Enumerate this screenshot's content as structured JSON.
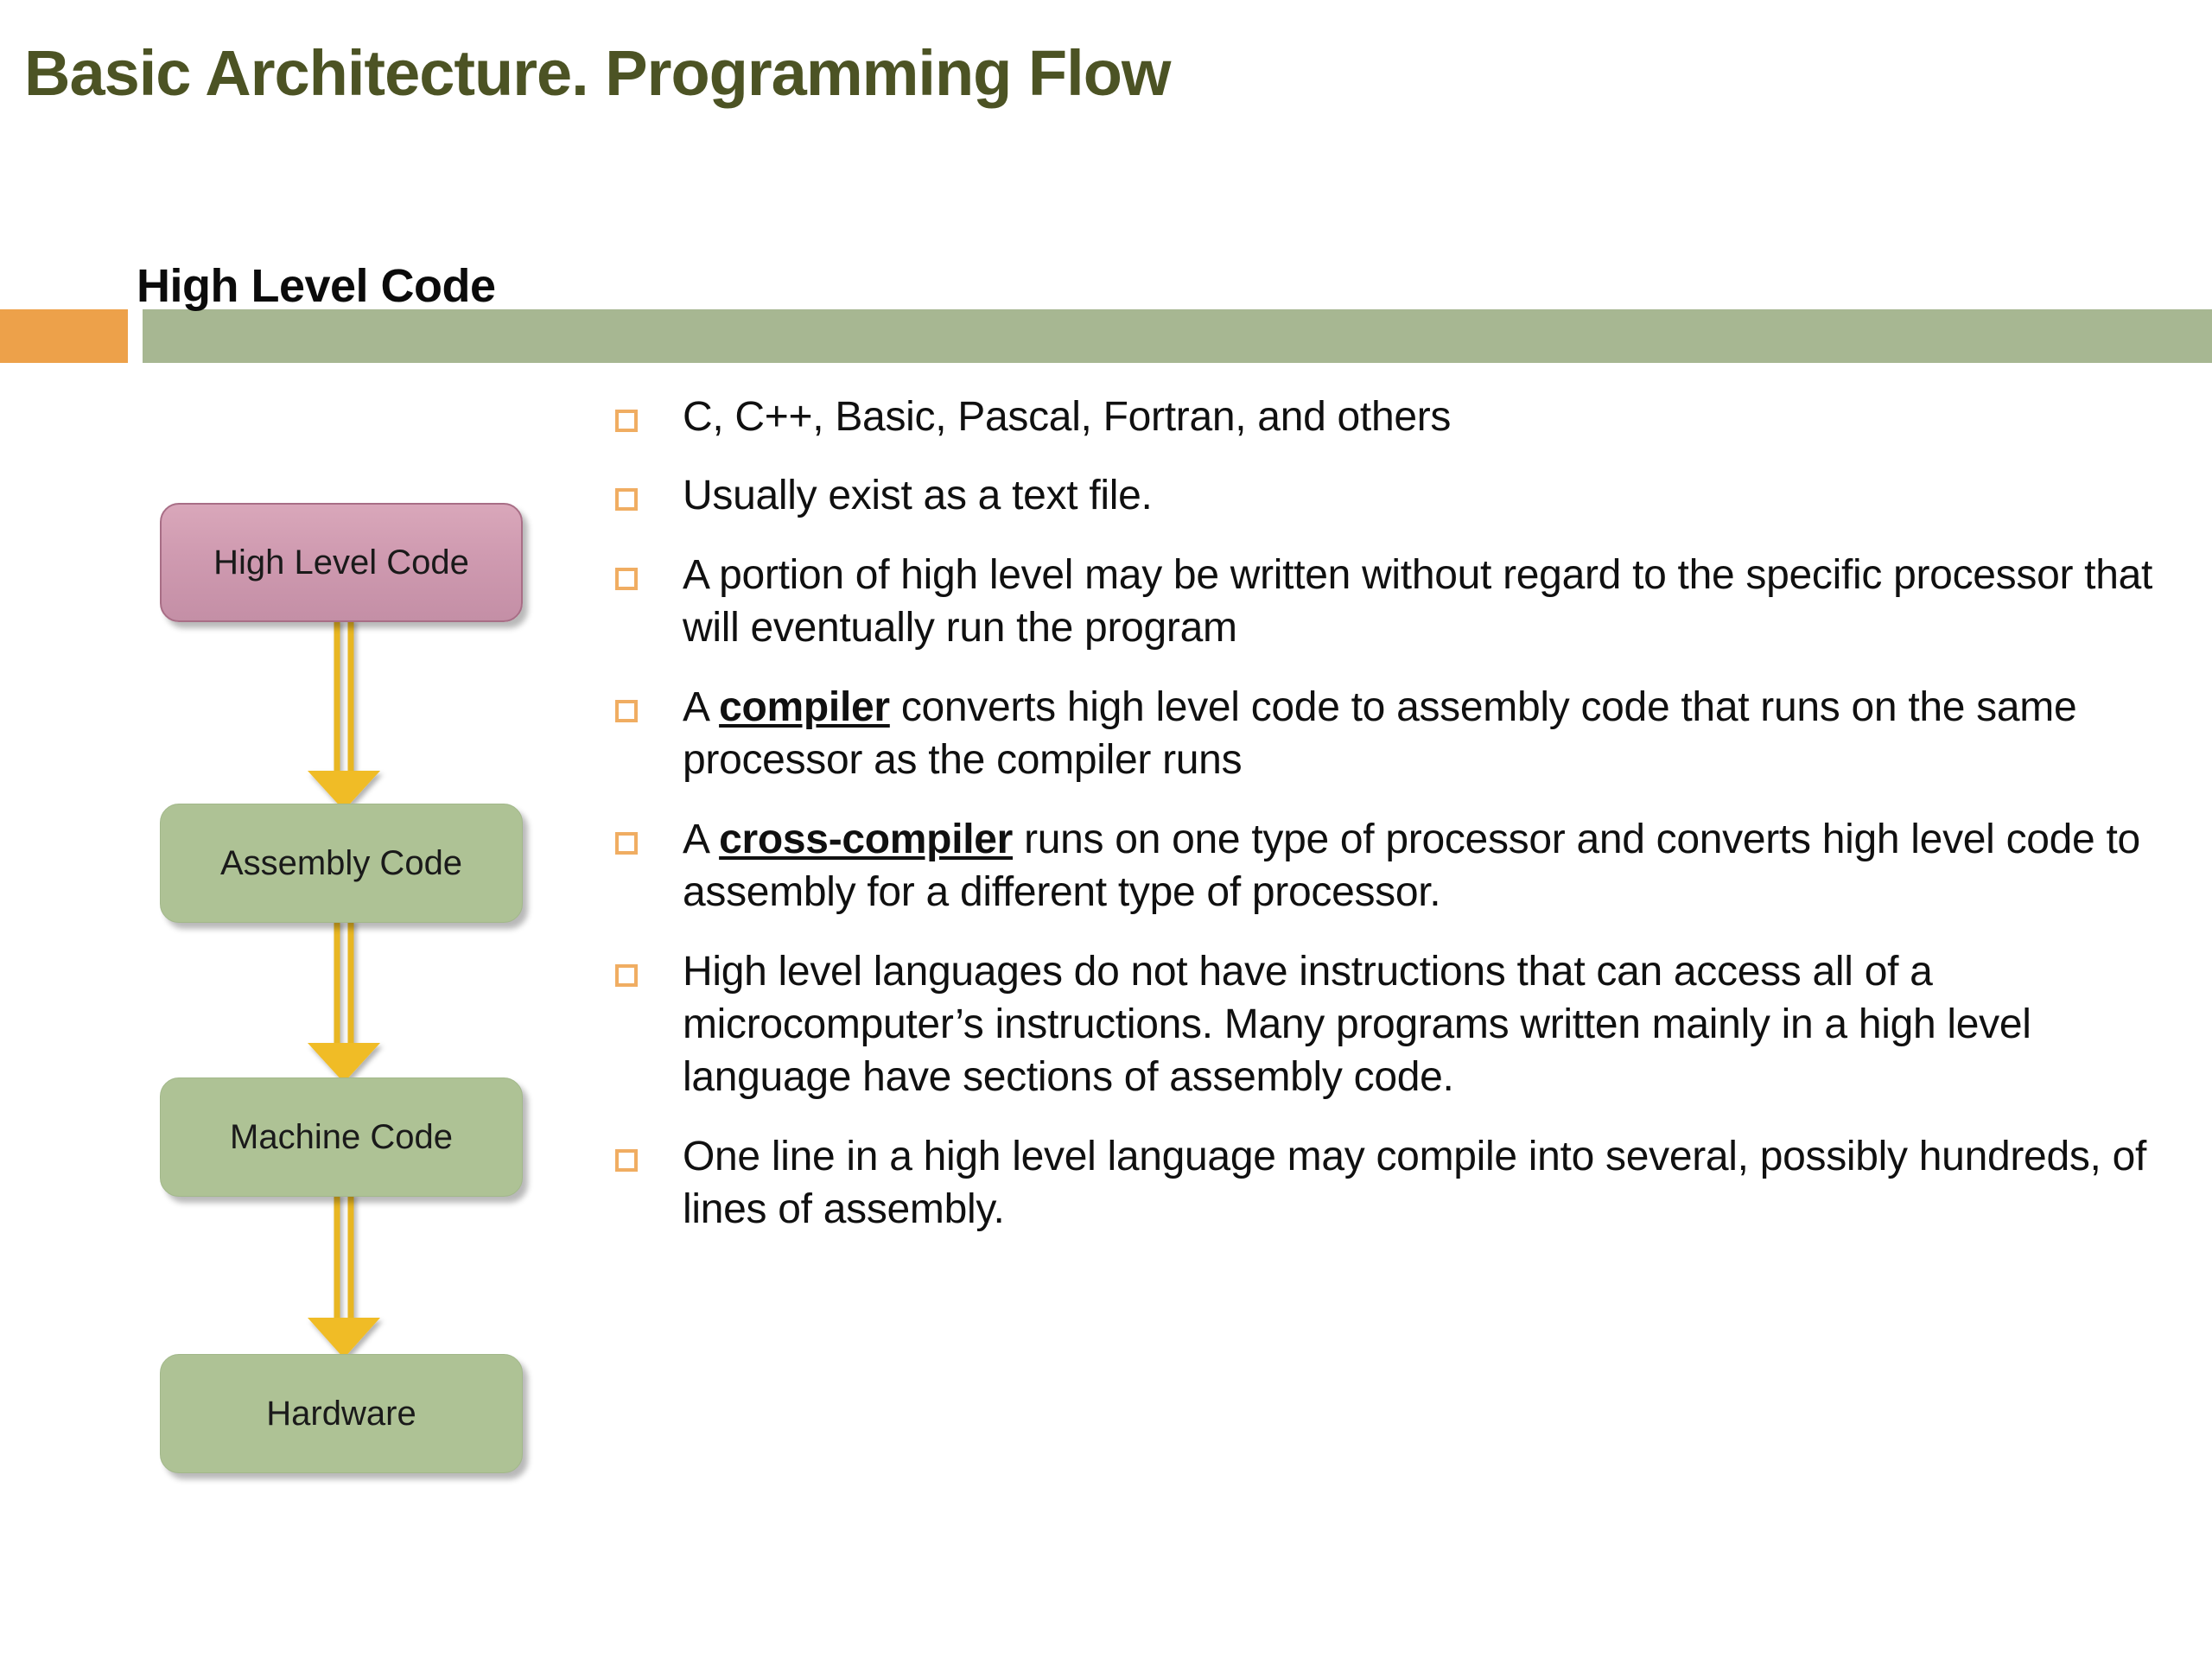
{
  "slide": {
    "title": "Basic Architecture. Programming Flow",
    "subtitle": "High Level Code"
  },
  "colors": {
    "title_green": "#4c5324",
    "band_orange": "#eda14a",
    "band_green": "#a7b792",
    "node_pink": "#cf9ab0",
    "node_green": "#aec295",
    "arrow_yellow": "#e8b624",
    "bullet_orange": "#f0ad62"
  },
  "flow_diagram": {
    "nodes": [
      {
        "id": "high-level-code",
        "label": "High Level Code",
        "color": "pink"
      },
      {
        "id": "assembly-code",
        "label": "Assembly Code",
        "color": "green"
      },
      {
        "id": "machine-code",
        "label": "Machine Code",
        "color": "green"
      },
      {
        "id": "hardware",
        "label": "Hardware",
        "color": "green"
      }
    ],
    "arrows": [
      {
        "from": "high-level-code",
        "to": "assembly-code"
      },
      {
        "from": "assembly-code",
        "to": "machine-code"
      },
      {
        "from": "machine-code",
        "to": "hardware"
      }
    ]
  },
  "bullets": [
    {
      "id": "languages",
      "parts": [
        {
          "text": "C, C++, Basic, Pascal, Fortran, and others",
          "style": "normal"
        }
      ]
    },
    {
      "id": "text-file",
      "parts": [
        {
          "text": "Usually exist as a text file.",
          "style": "normal"
        }
      ]
    },
    {
      "id": "portion-high-level",
      "parts": [
        {
          "text": "A portion of high level may be written without regard to the specific processor that will eventually run the program",
          "style": "normal"
        }
      ]
    },
    {
      "id": "compiler",
      "parts": [
        {
          "text": "A ",
          "style": "normal"
        },
        {
          "text": "compiler",
          "style": "bold-underline"
        },
        {
          "text": " converts high level code to assembly code that runs on the same processor as the compiler runs",
          "style": "normal"
        }
      ]
    },
    {
      "id": "cross-compiler",
      "parts": [
        {
          "text": "A ",
          "style": "normal"
        },
        {
          "text": "cross-compiler",
          "style": "bold-underline"
        },
        {
          "text": " runs on one type of processor and converts high level code to assembly for a different type of processor.",
          "style": "normal"
        }
      ]
    },
    {
      "id": "microcomputer-instructions",
      "parts": [
        {
          "text": "High level languages do not have instructions that can access all of a microcomputer’s instructions. Many programs written mainly in a high level language have sections of assembly code.",
          "style": "normal"
        }
      ]
    },
    {
      "id": "one-line-compiles",
      "parts": [
        {
          "text": "One line in a high level language may compile into several, possibly hundreds, of lines of assembly.",
          "style": "normal"
        }
      ]
    }
  ]
}
